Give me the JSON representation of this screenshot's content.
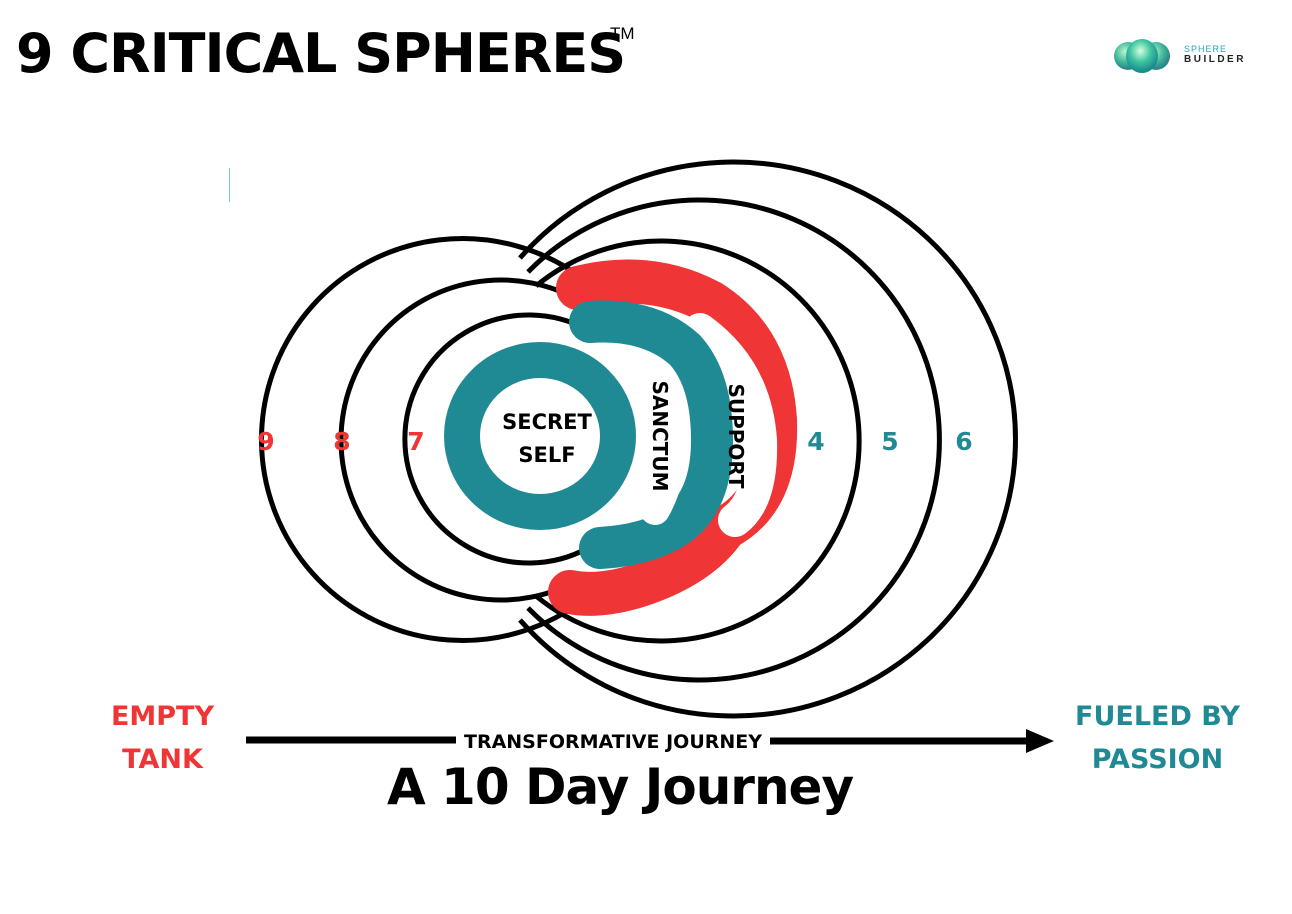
{
  "header": {
    "title": "9 CRITICAL SPHERES",
    "trademark": "TM",
    "logo": {
      "line1": "SPHERE",
      "line2": "BUILDER"
    }
  },
  "diagram": {
    "spheres": {
      "core": "SECRET SELF",
      "core_line1": "SECRET",
      "core_line2": "SELF",
      "ring2": "SANCTUM",
      "ring3": "SUPPORT",
      "n4": "4",
      "n5": "5",
      "n6": "6",
      "n7": "7",
      "n8": "8",
      "n9": "9"
    },
    "arrow_label": "TRANSFORMATIVE JOURNEY"
  },
  "footer": {
    "left_line1": "EMPTY",
    "left_line2": "TANK",
    "right_line1": "FUELED BY",
    "right_line2": "PASSION",
    "subtitle": "A 10 Day Journey"
  },
  "colors": {
    "teal": "#1f8a93",
    "red": "#ef3535",
    "ink": "#000000"
  }
}
